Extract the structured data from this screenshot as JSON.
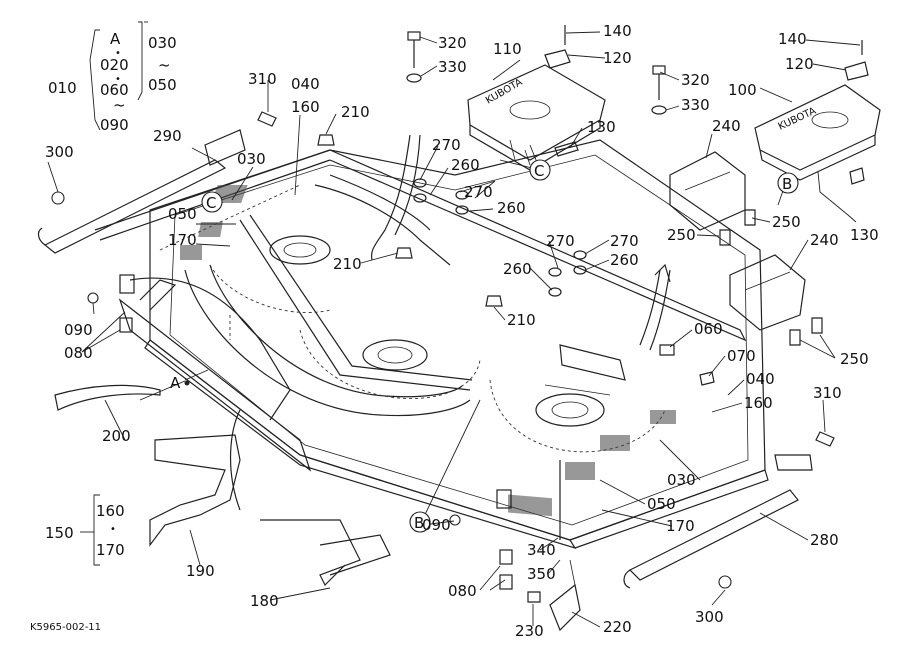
{
  "figure_code": "K5965-002-11",
  "variant_bracket": {
    "top_label": "A",
    "lines": [
      "020",
      "060",
      "090"
    ],
    "separators": [
      "•",
      "•",
      "~"
    ],
    "alt_lines": [
      "030",
      "~",
      "050"
    ]
  },
  "group_labels": {
    "g010": "010",
    "g150": "150"
  },
  "bracket_150": [
    "160",
    "•",
    "170"
  ],
  "callout_letters": {
    "A": "A",
    "B": "B",
    "C": "C"
  },
  "part_numbers": {
    "p310a": "310",
    "p040a": "040",
    "p160a": "160",
    "p210a": "210",
    "p320a": "320",
    "p330a": "330",
    "p110": "110",
    "p140a": "140",
    "p120a": "120",
    "p290": "290",
    "p300a": "300",
    "p030a": "030",
    "p270a": "270",
    "p260a": "260",
    "p130a": "130",
    "p320b": "320",
    "p330b": "330",
    "p140b": "140",
    "p120b": "120",
    "p100": "100",
    "p240a": "240",
    "p270b": "270",
    "p260b": "260",
    "p050a": "050",
    "p170a": "170",
    "p210b": "210",
    "p270c": "270",
    "p270d": "270",
    "p260c": "260",
    "p260d": "260",
    "p250a": "250",
    "p250b": "250",
    "p130b": "130",
    "p240b": "240",
    "p090a": "090",
    "p080a": "080",
    "p210c": "210",
    "p060": "060",
    "p250c": "250",
    "p070": "070",
    "p040b": "040",
    "p160b": "160",
    "p310b": "310",
    "p200": "200",
    "p030b": "030",
    "p050b": "050",
    "p170b": "170",
    "p280": "280",
    "p090b": "090",
    "p340": "340",
    "p350": "350",
    "p190": "190",
    "p080b": "080",
    "p180": "180",
    "p230": "230",
    "p220": "220",
    "p300b": "300"
  }
}
